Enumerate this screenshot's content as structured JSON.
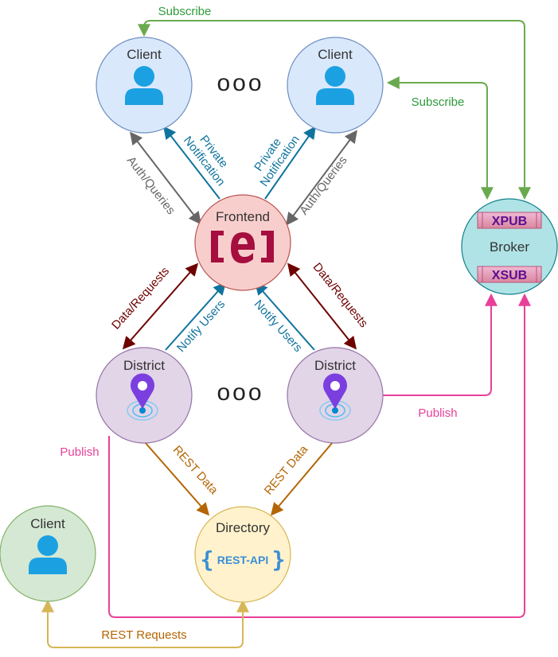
{
  "nodes": {
    "client_1": {
      "label": "Client",
      "fill": "#dae8fc",
      "stroke": "#6c8ebf"
    },
    "client_2": {
      "label": "Client",
      "fill": "#dae8fc",
      "stroke": "#6c8ebf"
    },
    "client_3": {
      "label": "Client",
      "fill": "#d5e8d4",
      "stroke": "#82b366"
    },
    "frontend": {
      "label": "Frontend",
      "fill": "#f8cecc",
      "stroke": "#b85450"
    },
    "district_1": {
      "label": "District",
      "fill": "#e1d5e7",
      "stroke": "#9673a6"
    },
    "district_2": {
      "label": "District",
      "fill": "#e1d5e7",
      "stroke": "#9673a6"
    },
    "broker": {
      "label": "Broker",
      "fill": "#b0e3e6",
      "stroke": "#0e8088",
      "xpub": "XPUB",
      "xsub": "XSUB"
    },
    "directory": {
      "label": "Directory",
      "fill": "#fff2cc",
      "stroke": "#d6b656",
      "badge": "REST-API"
    }
  },
  "ellipsis": "ooo",
  "edge_labels": {
    "subscribe_top": "Subscribe",
    "subscribe_right": "Subscribe",
    "auth_left": "Auth/Queries",
    "auth_right": "Auth/Queries",
    "private_left": "Private\nNotification",
    "private_right": "Private\nNotification",
    "data_left": "Data/Requests",
    "data_right": "Data/Requests",
    "notify_left": "Notify Users",
    "notify_right": "Notify Users",
    "publish_left": "Publish",
    "publish_right": "Publish",
    "rest_left": "REST Data",
    "rest_right": "REST Data",
    "rest_requests": "REST Requests"
  },
  "colors": {
    "subscribe": "#6aaa4e",
    "subscribe_text": "#2e9a3a",
    "auth": "#666666",
    "notify": "#10739e",
    "data": "#6f0000",
    "publish": "#e8409a",
    "rest": "#b46504",
    "rest_requests": "#d6b656",
    "rest_requests_text": "#b46504",
    "user_icon": "#1ba1e2",
    "frontend_logo": "#a50e3e",
    "pin": "#7b3fe0"
  }
}
